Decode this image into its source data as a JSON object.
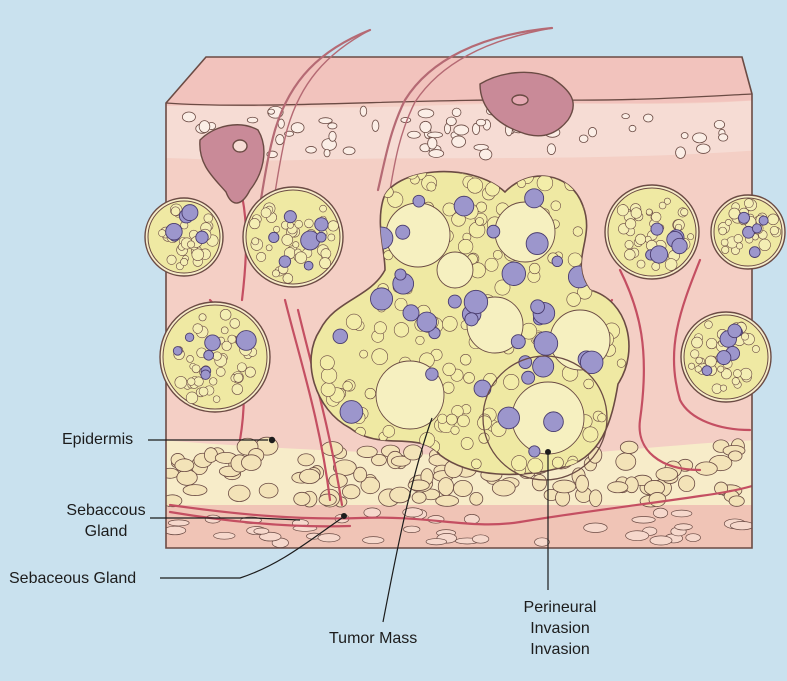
{
  "labels": {
    "epidermis": "Epidermis",
    "sebaccous_gland_line1": "Sebaccous",
    "sebaccous_gland_line2": "Gland",
    "sebaceous_gland": "Sebaceous Gland",
    "tumor_mass": "Tumor Mass",
    "perineural_line1": "Perineural",
    "perineural_line2": "Invasion",
    "perineural_line3": "Invasion"
  },
  "colors": {
    "background": "#c9e1ee",
    "skin_surface": "#f2c3bd",
    "dermis": "#f4cfc5",
    "gland_yellow": "#efe9a3",
    "tumor_cell_purple": "#9c96cc",
    "fat_cream": "#f7ecc9",
    "vessel_red": "#c44f62",
    "crust_mauve": "#c98a98",
    "outline": "#6b4b44"
  }
}
